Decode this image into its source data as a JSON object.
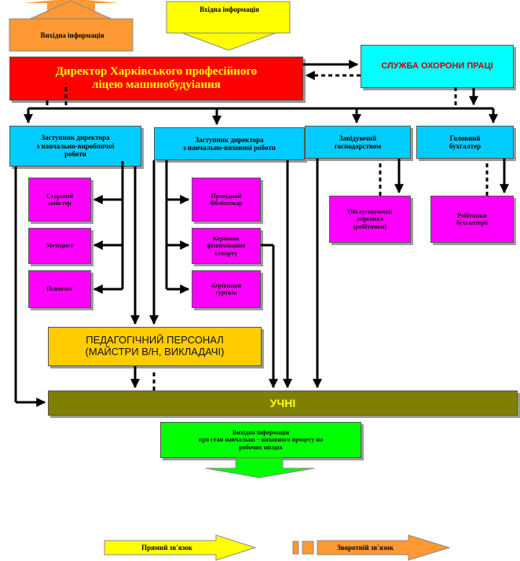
{
  "incoming_info_top": "Вхідна інформація",
  "outgoing_info_top": "Вихідна інформація",
  "director": "Директор Харківського професійного\nліцею машинобудуіання",
  "labor_safety": "СЛУЖБА ОХОРОНИ ПРАЦІ",
  "deputies": {
    "production": "Заступник директора\nз навчально-виробничої\nроботи",
    "educational": "Заступник директора\nз навчально-виховної роботи",
    "household": "Завідуючий\nгосподарством",
    "accountant": "Головний\nбухгалтер"
  },
  "staff": {
    "senior_master": "Старший\nмайстер",
    "methodist": "Методист",
    "psychologist": "Психолог",
    "librarian": "Провідний\nбібліотекар",
    "pe_head": "Керівник\nфізвиховання\nі спорту",
    "club_heads": "Керівники\nгуртків",
    "service_staff": "Обслуговуючий\nперсонал\n(робітники)",
    "accounting_workers": "Робітники\nбухгалтерії"
  },
  "teaching_staff": "ПЕДАГОГІЧНИЙ ПЕРСОНАЛ\n(МАЙСТРИ В/Н, ВИКЛАДАЧІ)",
  "students": "УЧНІ",
  "outgoing_info_bottom": "Вихідна інформація\nпро стан навчально – виховного процесу на\nробочих місцях",
  "legend": {
    "direct": "Прямий зв'язок",
    "feedback": "Зворотній зв'язок"
  },
  "colors": {
    "director": "#ff0000",
    "deputy": "#00ccff",
    "staff": "#ff00ff",
    "teaching": "#ffcc00",
    "students": "#808000",
    "incoming": "#ffff00",
    "outgoing": "#ff9933",
    "bottom_info": "#00ff00"
  }
}
